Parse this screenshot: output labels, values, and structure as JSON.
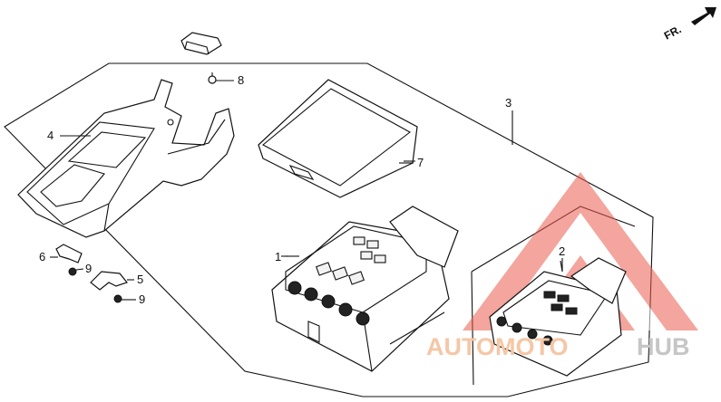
{
  "direction_label": "FR.",
  "callouts": {
    "c1": "1",
    "c2": "2",
    "c3": "3",
    "c4": "4",
    "c5": "5",
    "c6": "6",
    "c7": "7",
    "c8": "8",
    "c9a": "9",
    "c9b": "9"
  },
  "watermark": {
    "part_a": "AUTOMOTO",
    "part_b": "HUB",
    "colors": {
      "red": "#e8483c",
      "grey": "#9a9a9a"
    }
  }
}
